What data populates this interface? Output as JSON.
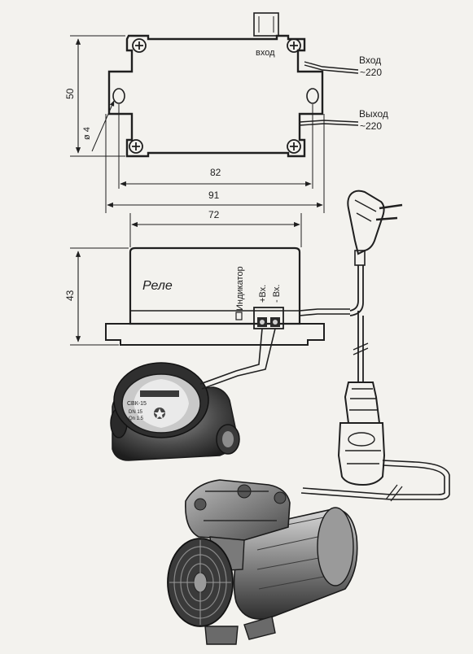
{
  "labels": {
    "vhod_top": "вход",
    "input": "Вход",
    "input_voltage": "~220",
    "output": "Выход",
    "output_voltage": "~220",
    "relay": "Реле",
    "indicator": "Индикатор",
    "plus_in": "+Вх.",
    "minus_in": "- Вх."
  },
  "dimensions": {
    "height_top": "50",
    "hole": "ø 4",
    "w82": "82",
    "w91": "91",
    "w72": "72",
    "height_side": "43"
  },
  "meter_marks": {
    "brand": "СВК-15",
    "line1": "DN 15",
    "line2": "Qn 1.5"
  }
}
